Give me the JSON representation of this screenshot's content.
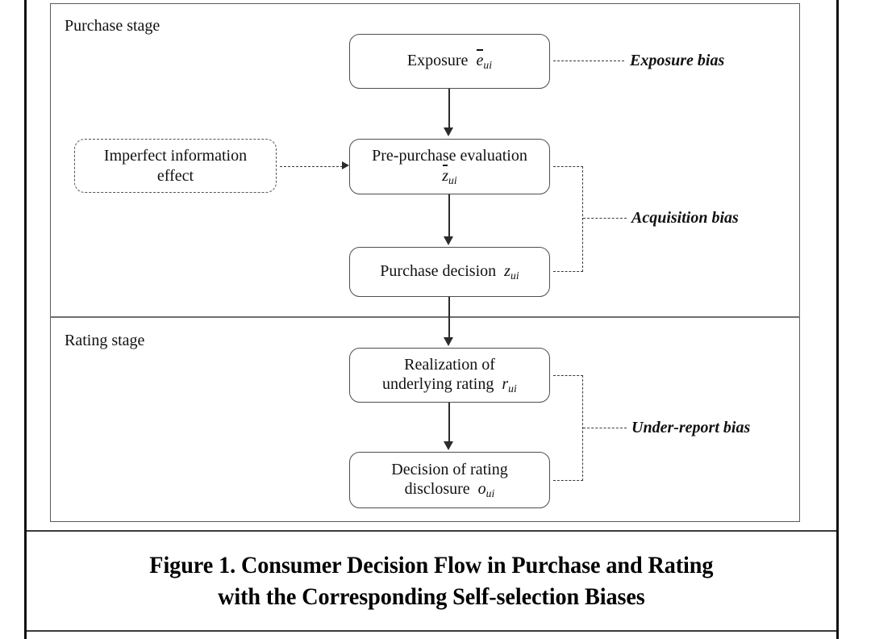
{
  "figure": {
    "stages": [
      {
        "id": "purchase",
        "label": "Purchase stage"
      },
      {
        "id": "rating",
        "label": "Rating stage"
      }
    ],
    "nodes": [
      {
        "id": "exposure",
        "text": "Exposure",
        "symbol": "e",
        "symbol_overbar": true,
        "subscript": "ui",
        "style": "solid",
        "stage": "purchase"
      },
      {
        "id": "imperfect",
        "text": "Imperfect information effect",
        "symbol": "",
        "symbol_overbar": false,
        "subscript": "",
        "style": "dashed",
        "stage": "purchase"
      },
      {
        "id": "prepurchase",
        "text": "Pre-purchase evaluation",
        "symbol": "z",
        "symbol_overbar": true,
        "subscript": "ui",
        "style": "solid",
        "stage": "purchase"
      },
      {
        "id": "purchase_dec",
        "text": "Purchase decision",
        "symbol": "z",
        "symbol_overbar": false,
        "subscript": "ui",
        "style": "solid",
        "stage": "purchase"
      },
      {
        "id": "realization",
        "text": "Realization of underlying rating",
        "symbol": "r",
        "symbol_overbar": false,
        "subscript": "ui",
        "style": "solid",
        "stage": "rating"
      },
      {
        "id": "disclosure",
        "text": "Decision of rating disclosure",
        "symbol": "o",
        "symbol_overbar": false,
        "subscript": "ui",
        "style": "solid",
        "stage": "rating"
      }
    ],
    "node_text": {
      "exposure_label": "Exposure",
      "imperfect_line1": "Imperfect information",
      "imperfect_line2": "effect",
      "prepurchase_line1": "Pre-purchase evaluation",
      "purchase_decision_label": "Purchase decision",
      "realization_line1": "Realization of",
      "realization_line2": "underlying rating",
      "disclosure_line1": "Decision of rating",
      "disclosure_line2": "disclosure"
    },
    "symbols": {
      "exposure": "e",
      "exposure_sub": "ui",
      "prepurchase": "z",
      "prepurchase_sub": "ui",
      "purchase_decision": "z",
      "purchase_decision_sub": "ui",
      "realization": "r",
      "realization_sub": "ui",
      "disclosure": "o",
      "disclosure_sub": "ui"
    },
    "bias_labels": [
      {
        "id": "exposure_bias",
        "label": "Exposure bias"
      },
      {
        "id": "acquisition_bias",
        "label": "Acquisition bias"
      },
      {
        "id": "underreport_bias",
        "label": "Under-report bias"
      }
    ],
    "bias": {
      "exposure": "Exposure bias",
      "acquisition": "Acquisition bias",
      "underreport": "Under-report bias"
    },
    "caption": {
      "line1": "Figure 1. Consumer Decision Flow in Purchase and Rating",
      "line2": "with the Corresponding Self-selection Biases",
      "full": "Figure 1. Consumer Decision Flow in Purchase and Rating with the Corresponding Self-selection Biases"
    },
    "colors": {
      "page_background": "#ffffff",
      "text": "#111111",
      "node_border": "#4e4e4e",
      "frame_border": "#5b5b5b",
      "connector": "#2b2b2b",
      "dashed_connector": "#3a3a3a",
      "page_rule": "#111111"
    }
  }
}
